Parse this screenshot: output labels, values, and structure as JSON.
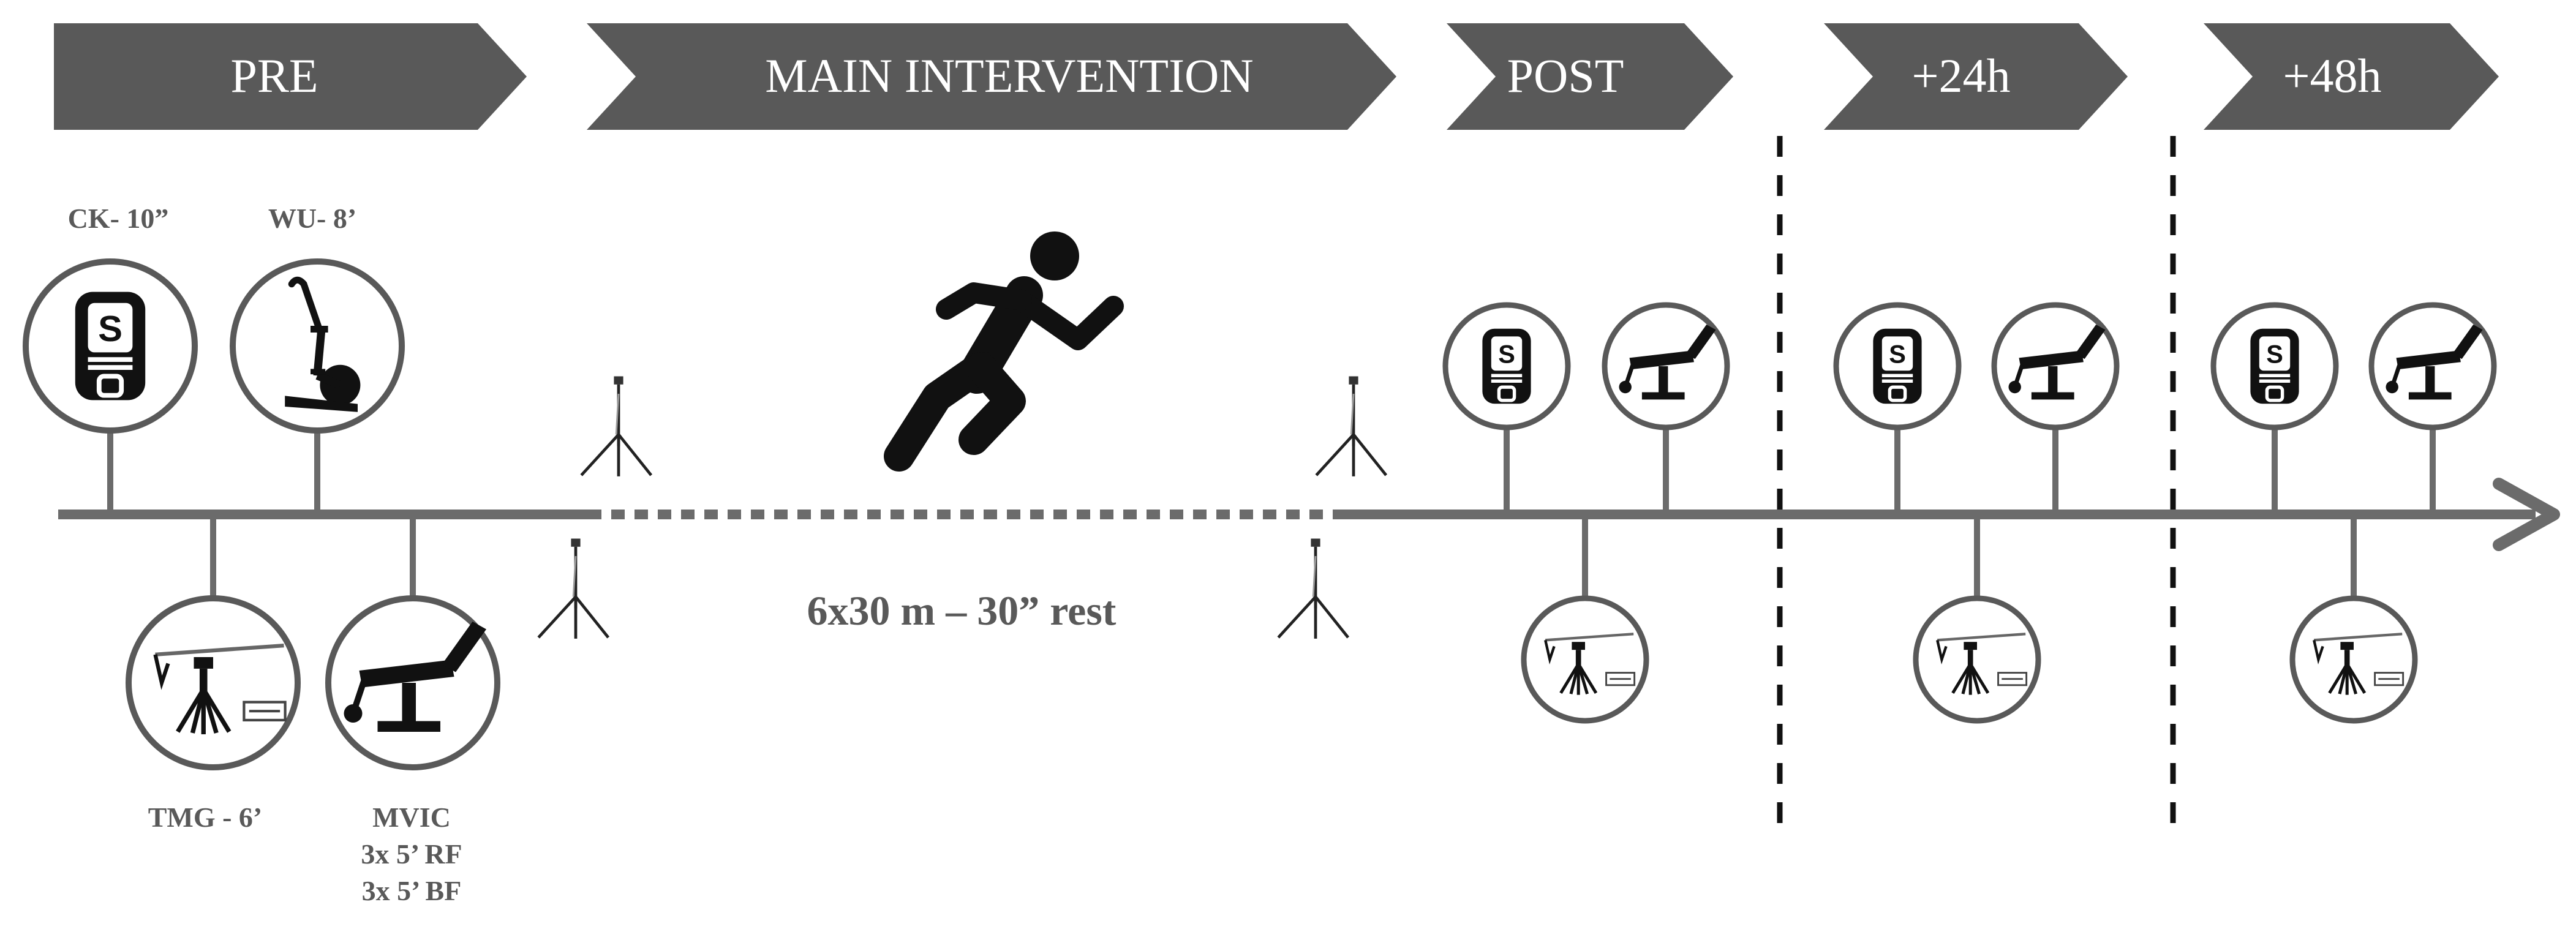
{
  "phases": {
    "pre": "PRE",
    "main": "MAIN INTERVENTION",
    "post": "POST",
    "h24": "+24h",
    "h48": "+48h"
  },
  "labels": {
    "ck": "CK- 10”",
    "wu": "WU- 8’",
    "tmg": "TMG - 6’",
    "mvic": [
      "MVIC",
      "3x 5’ RF",
      "3x 5’ BF"
    ],
    "protocol": "6x30 m – 30” rest"
  },
  "icons": [
    "ck-analyzer-icon",
    "stationary-bike-icon",
    "tmg-device-icon",
    "dynamometer-chair-icon",
    "photocell-gate-icon",
    "sprinter-icon"
  ],
  "colors": {
    "banner": "#595959",
    "timeline": "#6b6b6b",
    "icon": "#111111"
  }
}
